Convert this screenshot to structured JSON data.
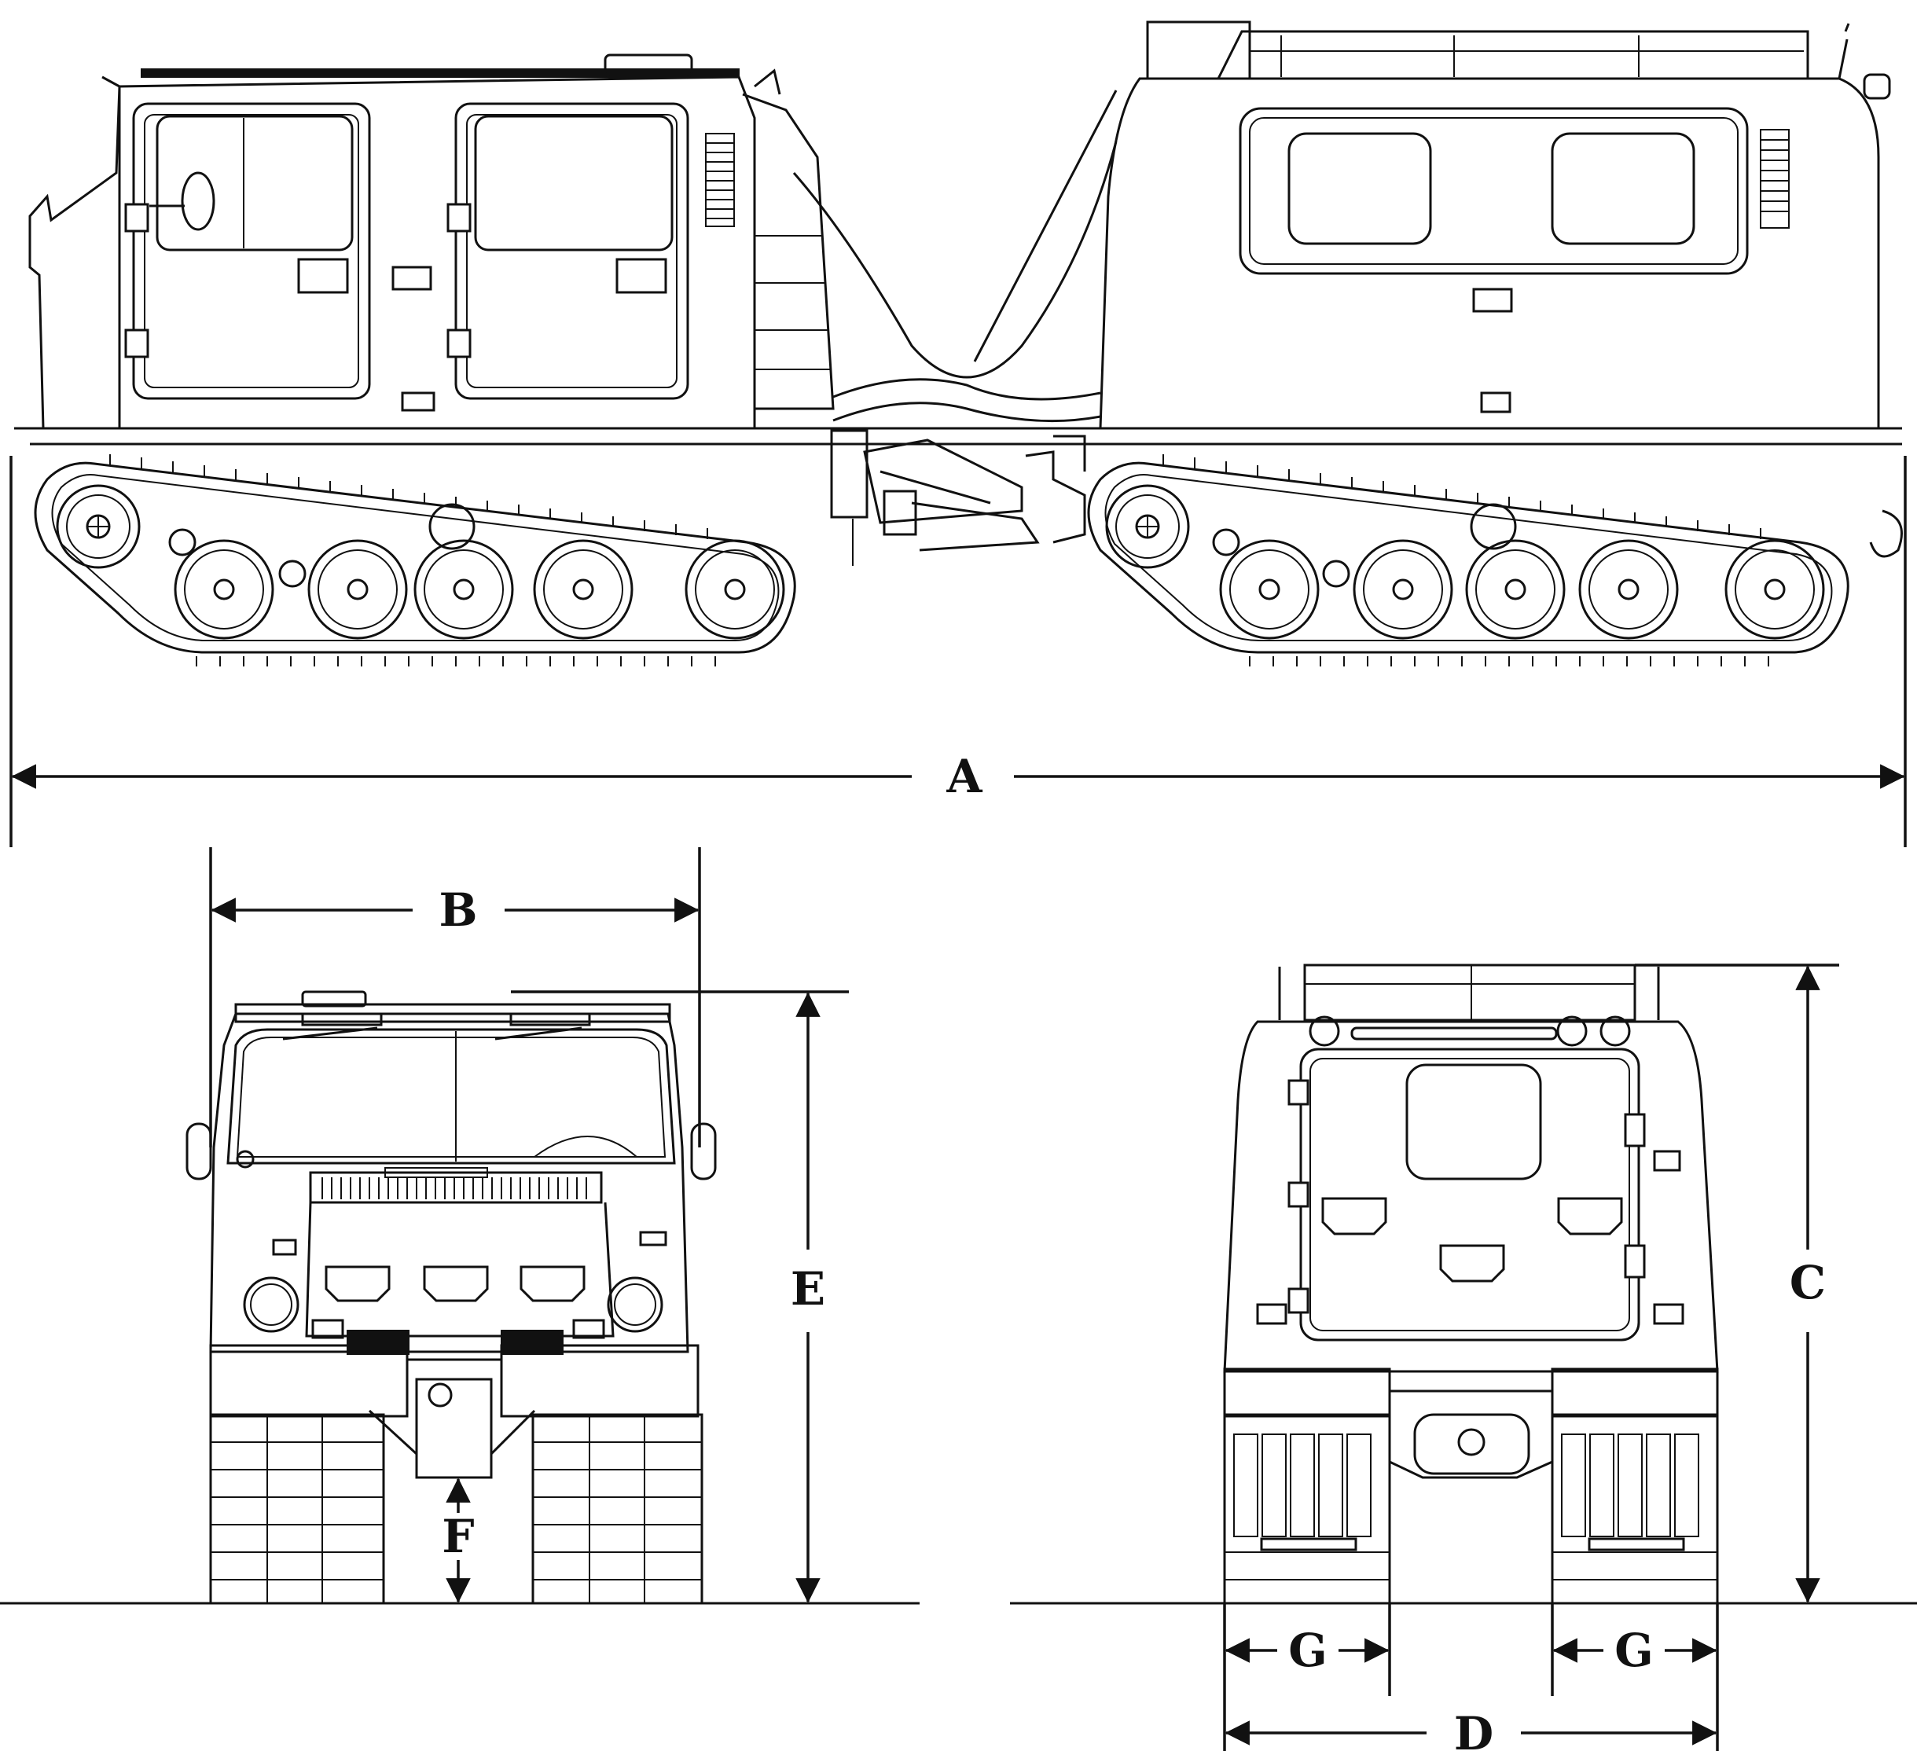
{
  "diagram": {
    "labels": {
      "A": "A",
      "B": "B",
      "C": "C",
      "D": "D",
      "E": "E",
      "F": "F",
      "G_left": "G",
      "G_right": "G"
    },
    "views": [
      "side-view",
      "front-view",
      "rear-view"
    ]
  }
}
